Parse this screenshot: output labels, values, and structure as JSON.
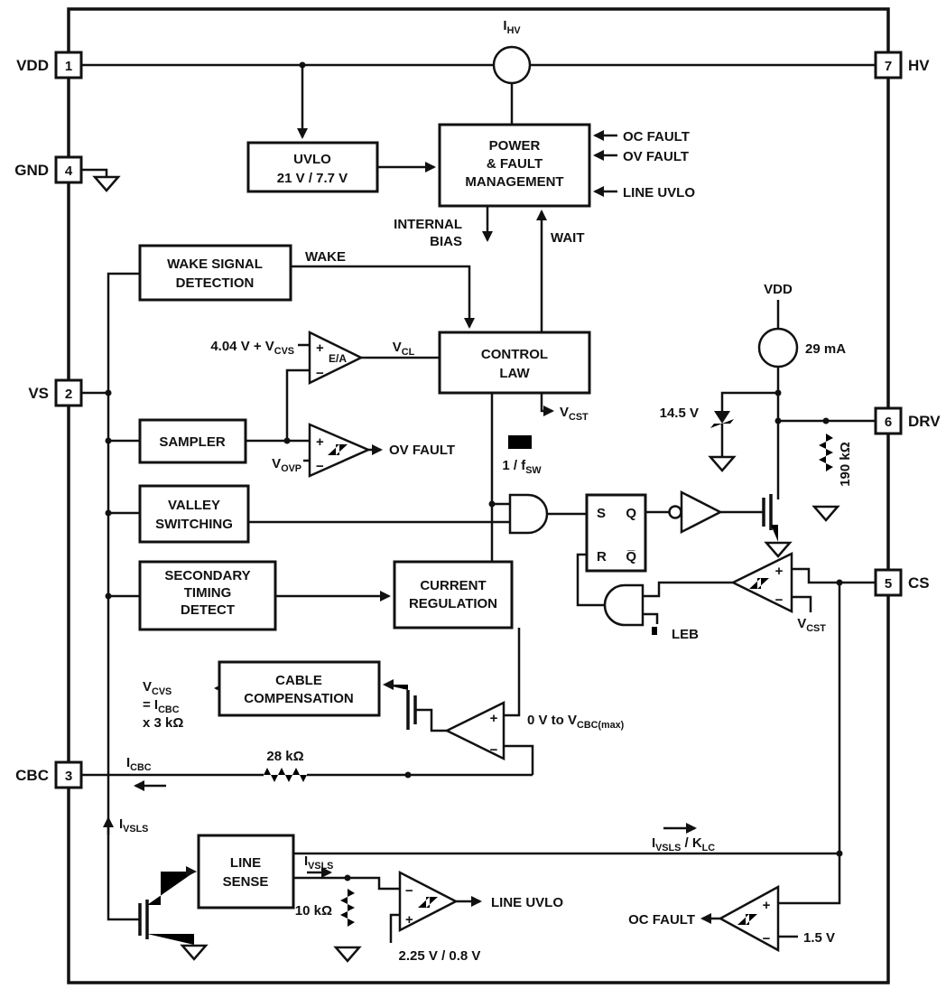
{
  "pins": {
    "vdd": {
      "num": "1",
      "name": "VDD"
    },
    "gnd": {
      "num": "4",
      "name": "GND"
    },
    "vs": {
      "num": "2",
      "name": "VS"
    },
    "cbc": {
      "num": "3",
      "name": "CBC"
    },
    "hv": {
      "num": "7",
      "name": "HV"
    },
    "drv": {
      "num": "6",
      "name": "DRV"
    },
    "cs": {
      "num": "5",
      "name": "CS"
    }
  },
  "blocks": {
    "uvlo": {
      "l1": "UVLO",
      "l2": "21 V / 7.7 V"
    },
    "power_fault": {
      "l1": "POWER",
      "l2": "& FAULT",
      "l3": "MANAGEMENT"
    },
    "wake": {
      "l1": "WAKE SIGNAL",
      "l2": "DETECTION"
    },
    "control": {
      "l1": "CONTROL",
      "l2": "LAW"
    },
    "sampler": {
      "l1": "SAMPLER"
    },
    "valley": {
      "l1": "VALLEY",
      "l2": "SWITCHING"
    },
    "sectime": {
      "l1": "SECONDARY",
      "l2": "TIMING",
      "l3": "DETECT"
    },
    "curreg": {
      "l1": "CURRENT",
      "l2": "REGULATION"
    },
    "cable": {
      "l1": "CABLE",
      "l2": "COMPENSATION"
    },
    "linesense": {
      "l1": "LINE",
      "l2": "SENSE"
    }
  },
  "labels": {
    "ihv": "I_{HV}",
    "oc_in": "OC FAULT",
    "ov_in": "OV FAULT",
    "luvlo_in": "LINE UVLO",
    "int_bias1": "INTERNAL",
    "int_bias2": "BIAS",
    "wait": "WAIT",
    "wake": "WAKE",
    "ea_ref": "4.04 V + V_{CVS}",
    "ea": "E/A",
    "vcl": "V_{CL}",
    "vovp": "V_{OVP}",
    "ov_out": "OV FAULT",
    "vcst_out": "V_{CST}",
    "fsw": "1 / f_{SW}",
    "vdd_rail": "VDD",
    "ma29": "29 mA",
    "zener": "14.5 V",
    "r190": "190 kΩ",
    "latch_s": "S",
    "latch_q": "Q",
    "latch_r": "R",
    "latch_qb": "Q̅",
    "leb": "LEB",
    "vcst_cs": "V_{CST}",
    "vcvs1": "V_{CVS}",
    "vcvs2": "= I_{CBC}",
    "vcvs3": "x 3 kΩ",
    "vcbc_range": "0 V to V_{CBC(max)}",
    "icbc": "I_{CBC}",
    "r28": "28 kΩ",
    "ivsls_left": "I_{VSLS}",
    "ivsls_mid": "I_{VSLS}",
    "r10": "10 kΩ",
    "uvlo_th": "2.25 V / 0.8 V",
    "luvlo_out": "LINE UVLO",
    "klc": "I_{VSLS} / K_{LC}",
    "oc_out": "OC FAULT",
    "v15": "1.5 V",
    "plus": "+",
    "minus": "−"
  }
}
